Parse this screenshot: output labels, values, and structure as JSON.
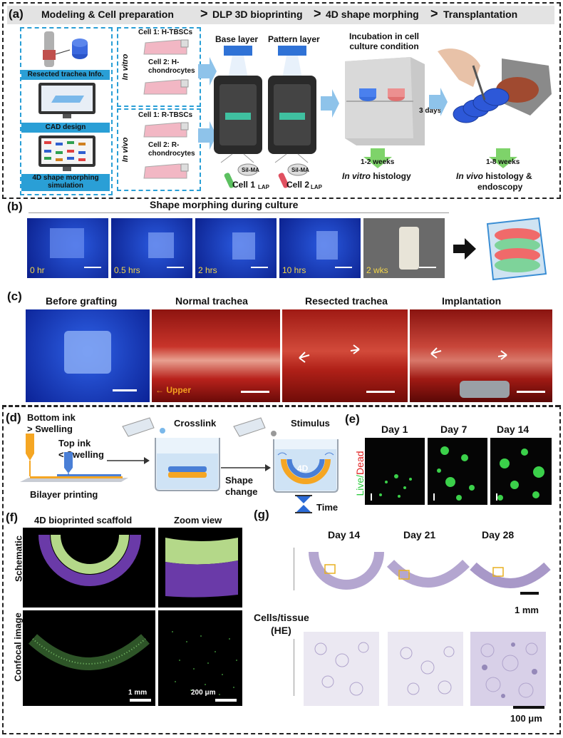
{
  "panel_a": {
    "label": "(a)",
    "pipeline": [
      "Modeling & Cell preparation",
      "DLP 3D bioprinting",
      "4D shape morphing",
      "Transplantation"
    ],
    "sep": ">",
    "left_items": [
      "Resected trachea Info.",
      "CAD design",
      "4D shape morphing simulation"
    ],
    "in_vitro": "In vitro",
    "in_vivo": "In vivo",
    "vitro_cell1": "Cell 1: H-TBSCs",
    "vitro_cell2": "Cell 2: H-chondrocytes",
    "vivo_cell1": "Cell 1: R-TBSCs",
    "vivo_cell2": "Cell 2: R-chondrocytes",
    "base_layer": "Base layer",
    "pattern_layer": "Pattern layer",
    "silma": "Sil-MA",
    "lap": "LAP",
    "cell1": "Cell 1",
    "cell2": "Cell 2",
    "incubation": "Incubation in cell culture condition",
    "three_days": "3 days",
    "weeks_vitro": "1-2 weeks",
    "weeks_vivo": "1-8 weeks",
    "vitro_hist_italic": "In vitro",
    "vitro_hist_rest": " histology",
    "vivo_hist_italic": "In vivo",
    "vivo_hist_rest": " histology &",
    "endoscopy": "endoscopy"
  },
  "panel_b": {
    "label": "(b)",
    "title": "Shape morphing during culture",
    "times": [
      "0 hr",
      "0.5 hrs",
      "2 hrs",
      "10 hrs",
      "2 wks"
    ]
  },
  "panel_c": {
    "label": "(c)",
    "titles": [
      "Before grafting",
      "Normal trachea",
      "Resected trachea",
      "Implantation"
    ],
    "upper": "← Upper"
  },
  "panel_d": {
    "label": "(d)",
    "bottom_ink": "Bottom ink",
    "bottom_ink2": "> Swelling",
    "top_ink": "Top ink",
    "top_ink2": "< Swelling",
    "bilayer": "Bilayer printing",
    "crosslink": "Crosslink",
    "stimulus": "Stimulus",
    "shape_change": "Shape change",
    "fourd": "4D",
    "time": "Time"
  },
  "panel_e": {
    "label": "(e)",
    "days": [
      "Day 1",
      "Day 7",
      "Day 14"
    ],
    "live": "Live/",
    "dead": "Dead"
  },
  "panel_f": {
    "label": "(f)",
    "col1": "4D bioprinted scaffold",
    "col2": "Zoom view",
    "row1": "Schematic",
    "row2": "Confocal image",
    "scale1": "1 mm",
    "scale2": "200 μm"
  },
  "panel_g": {
    "label": "(g)",
    "days": [
      "Day 14",
      "Day 21",
      "Day 28"
    ],
    "row_label1": "Cells/tissue",
    "row_label2": "(HE)",
    "scale1": "1 mm",
    "scale2": "100 μm"
  },
  "colors": {
    "blue_photo": "#1a3fb8",
    "tissue_red": "#b4201c",
    "green": "#2ecc40",
    "purple": "#6a3aa8",
    "lightgreen": "#b4d889",
    "frame_blue": "#2a9fd6"
  }
}
